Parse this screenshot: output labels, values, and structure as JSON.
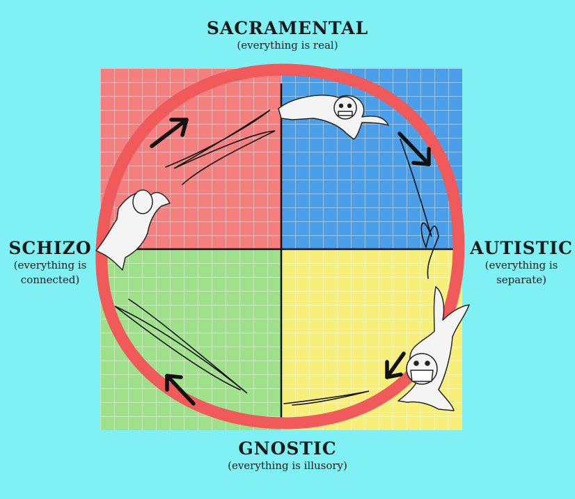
{
  "axes": {
    "top": {
      "title": "SACRAMENTAL",
      "subtitle": "(everything is real)"
    },
    "bottom": {
      "title": "GNOSTIC",
      "subtitle": "(everything is illusory)"
    },
    "left": {
      "title": "SCHIZO",
      "subtitle_line1": "(everything is",
      "subtitle_line2": "connected)"
    },
    "right": {
      "title": "AUTISTIC",
      "subtitle_line1": "(everything is",
      "subtitle_line2": "separate)"
    }
  },
  "quadrants": {
    "top_left": {
      "color": "#f47f7f"
    },
    "top_right": {
      "color": "#4a9fe8"
    },
    "bottom_left": {
      "color": "#9fe08a"
    },
    "bottom_right": {
      "color": "#f6ef7a"
    }
  },
  "colors": {
    "background": "#7ff0f4",
    "grid_line": "#ffffff",
    "cycle_ring": "#f05a5a",
    "arrows": "#111111"
  },
  "figures": [
    "wojak-top",
    "wojak-left",
    "wojak-bottom-right"
  ]
}
